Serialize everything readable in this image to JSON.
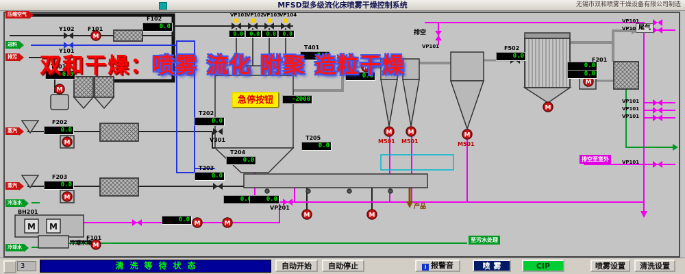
{
  "title_bar": {
    "title": "MFSD型多级流化床喷雾干燥控制系统",
    "manufacturer": "无锡市双和喷雾干燥设备有限公司制造"
  },
  "watermark": {
    "brand": "双和干燥：",
    "slogan": "喷雾 流化 附聚 造粒干燥"
  },
  "inlets": {
    "compressed_air": "压缩空气",
    "feed": "进料",
    "drain": "排污",
    "steam_a": "蒸汽",
    "steam_b": "蒸汽",
    "chilled_water": "冷冻水",
    "cooling_water": "冷却水"
  },
  "outlets": {
    "vent": "排空",
    "tail_gas": "尾气",
    "product": "产品",
    "vent_out": "排空至室外",
    "drain_out": "至污水处理"
  },
  "tags": {
    "y102": "Y102",
    "y101": "Y101",
    "f101_top": "F101",
    "v301": "V301",
    "vp201": "VP201",
    "vp101_vent": "VP101",
    "m501_a": "M501",
    "m501_b": "M501",
    "m501_c": "M501",
    "bh201": "BH201",
    "condensate_tank": "冷凝水箱",
    "f101_pump": "F101",
    "motor": "M"
  },
  "top_valves": {
    "labels": [
      "VP101",
      "VP102",
      "VP103",
      "VP104"
    ],
    "values": [
      "0.0",
      "0.0",
      "0.0",
      "0.0"
    ]
  },
  "right_valves": {
    "labels": [
      "VP101",
      "VP101",
      "VP101",
      "VP101",
      "VP101",
      "VP101"
    ]
  },
  "estop_label": "急停按钮",
  "readouts": [
    {
      "tag": "F102",
      "value": "0.0"
    },
    {
      "tag": "T201",
      "value": "0.0"
    },
    {
      "tag": "F202",
      "value": "0.0"
    },
    {
      "tag": "T202",
      "value": "0.0"
    },
    {
      "tag": "F203",
      "value": "0.0"
    },
    {
      "tag": "T203",
      "value": "0.0"
    },
    {
      "tag": "T204",
      "value": "0.0"
    },
    {
      "tag": "T401",
      "value": "0.0"
    },
    {
      "tag": "",
      "value": "-2000"
    },
    {
      "tag": "T205",
      "value": "0.0"
    },
    {
      "tag": "",
      "value": "0.0"
    },
    {
      "tag": "",
      "value": "0.0"
    },
    {
      "tag": "",
      "value": "0.0"
    },
    {
      "tag": "F502",
      "value": "0.0"
    },
    {
      "tag": "F201",
      "value": "0.0"
    },
    {
      "tag": "",
      "value": "0.0"
    },
    {
      "tag": "",
      "value": "0.0"
    }
  ],
  "status_bar": {
    "counter": "3",
    "text": "清洗等待状态"
  },
  "toolbar": {
    "auto_start": "自动开始",
    "auto_stop": "自动停止",
    "alarm_sound": "报警音",
    "spray": "喷雾",
    "cip": "CIP",
    "spray_settings": "喷雾设置",
    "clean_settings": "清洗设置"
  },
  "colors": {
    "cip_pipe": "#ee00ee",
    "alarm_red": "#cc1111",
    "run_green": "#00cc33",
    "readout_text": "#00ee00",
    "status_bg": "#000099",
    "estop_bg": "#ffee00"
  }
}
